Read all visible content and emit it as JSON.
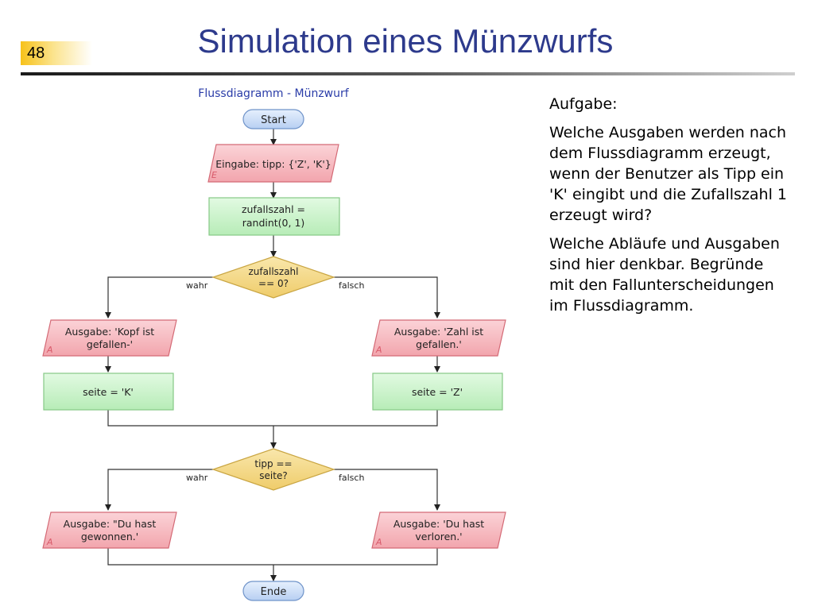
{
  "slide": {
    "number": "48",
    "title": "Simulation eines Münzwurfs"
  },
  "text": {
    "heading": "Aufgabe:",
    "question1": "Welche Ausgaben werden nach dem Flussdiagramm erzeugt, wenn der Benutzer als Tipp ein 'K' eingibt und die Zufallszahl 1 erzeugt wird?",
    "question2": "Welche Abläufe und Ausgaben sind hier denkbar. Begründe mit den Fallunterscheidungen im Flussdiagramm."
  },
  "diagram": {
    "title": "Flussdiagramm - Münzwurf",
    "start": "Start",
    "input": "Eingabe: tipp: {'Z', 'K'}",
    "input_marker": "E",
    "assign_line1": "zufallszahl  =",
    "assign_line2": "randint(0, 1)",
    "cond1_line1": "zufallszahl",
    "cond1_line2": "== 0?",
    "cond1_yes": "wahr",
    "cond1_no": "falsch",
    "out_kopf_line1": "Ausgabe: 'Kopf ist",
    "out_kopf_line2": "gefallen-'",
    "out_zahl_line1": "Ausgabe: 'Zahl ist",
    "out_zahl_line2": "gefallen.'",
    "output_marker": "A",
    "seite_k": "seite = 'K'",
    "seite_z": "seite = 'Z'",
    "cond2_line1": "tipp ==",
    "cond2_line2": "seite?",
    "cond2_yes": "wahr",
    "cond2_no": "falsch",
    "out_won_line1": "Ausgabe: \"Du hast",
    "out_won_line2": "gewonnen.'",
    "out_lost_line1": "Ausgabe: 'Du hast",
    "out_lost_line2": "verloren.'",
    "end": "Ende"
  },
  "colors": {
    "title": "#2d3a8c",
    "diagram_title": "#2a3ca8",
    "terminal_fill": "#c9dcf7",
    "terminal_stroke": "#6f93c9",
    "io_fill": "#f7b9bf",
    "io_stroke": "#d46a76",
    "io_marker": "#d85a6a",
    "process_fill": "#c8f2c8",
    "process_stroke": "#86c986",
    "decision_fill": "#f3d98a",
    "decision_stroke": "#c9a542"
  }
}
